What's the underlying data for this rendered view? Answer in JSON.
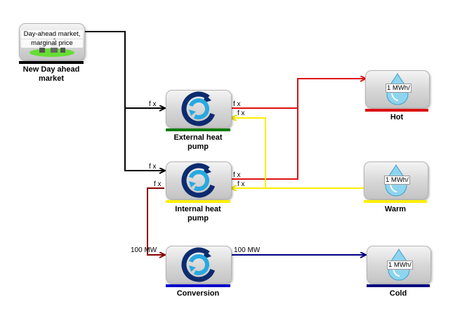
{
  "market": {
    "text_line1": "Day-ahead market,",
    "text_line2": "marginal price",
    "caption_line1": "New Day ahead",
    "caption_line2": "market"
  },
  "units": {
    "external": {
      "caption_line1": "External heat",
      "caption_line2": "pump"
    },
    "internal": {
      "caption_line1": "Internal heat",
      "caption_line2": "pump"
    },
    "conversion": {
      "caption": "Conversion"
    }
  },
  "storages": {
    "hot": {
      "value": "1 MWh/",
      "caption": "Hot"
    },
    "warm": {
      "value": "1 MWh/",
      "caption": "Warm"
    },
    "cold": {
      "value": "1 MWh/",
      "caption": "Cold"
    }
  },
  "connection_labels": {
    "ext_in": "f x",
    "ext_out_hot": "f x",
    "ext_in_warm": "f x",
    "int_in": "f x",
    "int_out_elec": "f x",
    "int_out_hot": "f x",
    "int_in_warm": "f x",
    "conv_in": "100 MW",
    "conv_out": "100 MW"
  },
  "colors": {
    "electricity": "#000000",
    "hot": "#dd1111",
    "warm": "#ffee00",
    "feed": "#880000",
    "cold": "#000080",
    "bar_market": "#000000",
    "bar_external": "#007a00",
    "bar_internal": "#ffee00",
    "bar_conversion": "#0000cc",
    "bar_hot": "#dd1111",
    "bar_warm": "#ffee00",
    "bar_cold": "#000080"
  },
  "icons": {
    "market": "power-plant-icon",
    "unit": "circular-arrows-icon",
    "storage": "water-drop-icon"
  }
}
